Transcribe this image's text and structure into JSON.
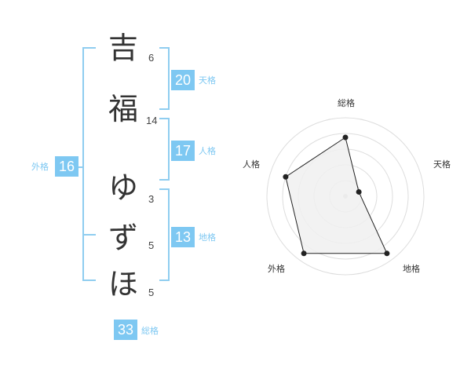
{
  "characters": [
    {
      "char": "吉",
      "strokes": "6"
    },
    {
      "char": "福",
      "strokes": "14"
    },
    {
      "char": "ゆ",
      "strokes": "3"
    },
    {
      "char": "ず",
      "strokes": "5"
    },
    {
      "char": "ほ",
      "strokes": "5"
    }
  ],
  "kakusu": {
    "tenkaku": {
      "value": "20",
      "label": "天格"
    },
    "jinkaku": {
      "value": "17",
      "label": "人格"
    },
    "chikaku": {
      "value": "13",
      "label": "地格"
    },
    "gaikaku": {
      "value": "16",
      "label": "外格"
    },
    "soukaku": {
      "value": "33",
      "label": "総格"
    }
  },
  "chart_data": {
    "type": "radar",
    "axes": [
      "総格",
      "天格",
      "地格",
      "外格",
      "人格"
    ],
    "values": [
      0.75,
      0.18,
      0.9,
      0.9,
      0.8
    ],
    "rings": 5,
    "colors": {
      "fill": "#f0f0f0",
      "line": "#222222",
      "grid": "#dddddd"
    }
  },
  "colors": {
    "accent": "#7ec8f2",
    "bracket": "#8fcdf0",
    "text": "#333333"
  }
}
